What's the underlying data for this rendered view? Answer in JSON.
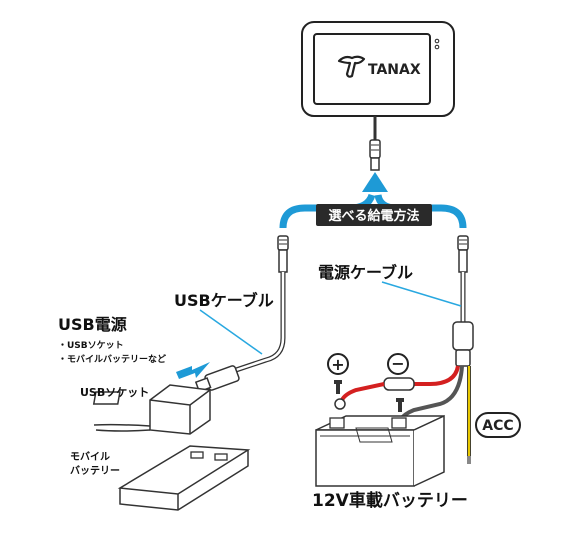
{
  "device": {
    "brand": "TANAX"
  },
  "banner": {
    "label": "選べる給電方法"
  },
  "labels": {
    "usb_cable": "USBケーブル",
    "power_cable": "電源ケーブル",
    "usb_power_title": "USB電源",
    "usb_power_items": [
      "・USBソケット",
      "・モバイルバッテリーなど"
    ],
    "usb_socket": "USBソケット",
    "mobile_battery_line1": "モバイル",
    "mobile_battery_line2": "バッテリー",
    "car_battery": "12V車載バッテリー",
    "acc": "ACC",
    "plus_symbol": "+",
    "minus_symbol": "−"
  },
  "colors": {
    "arrow_blue": "#1e9ad6",
    "banner_bg": "#2a2a2a",
    "banner_text": "#ffffff",
    "callout_line": "#29a8e0",
    "red_wire": "#d42020",
    "yellow_wire": "#e8c800",
    "black_wire": "#555555",
    "cable_outline": "#333333"
  },
  "icons": {
    "brand_logo": "tanax-logo-icon",
    "usb_plug_arrow": "insert-arrow-icon"
  }
}
